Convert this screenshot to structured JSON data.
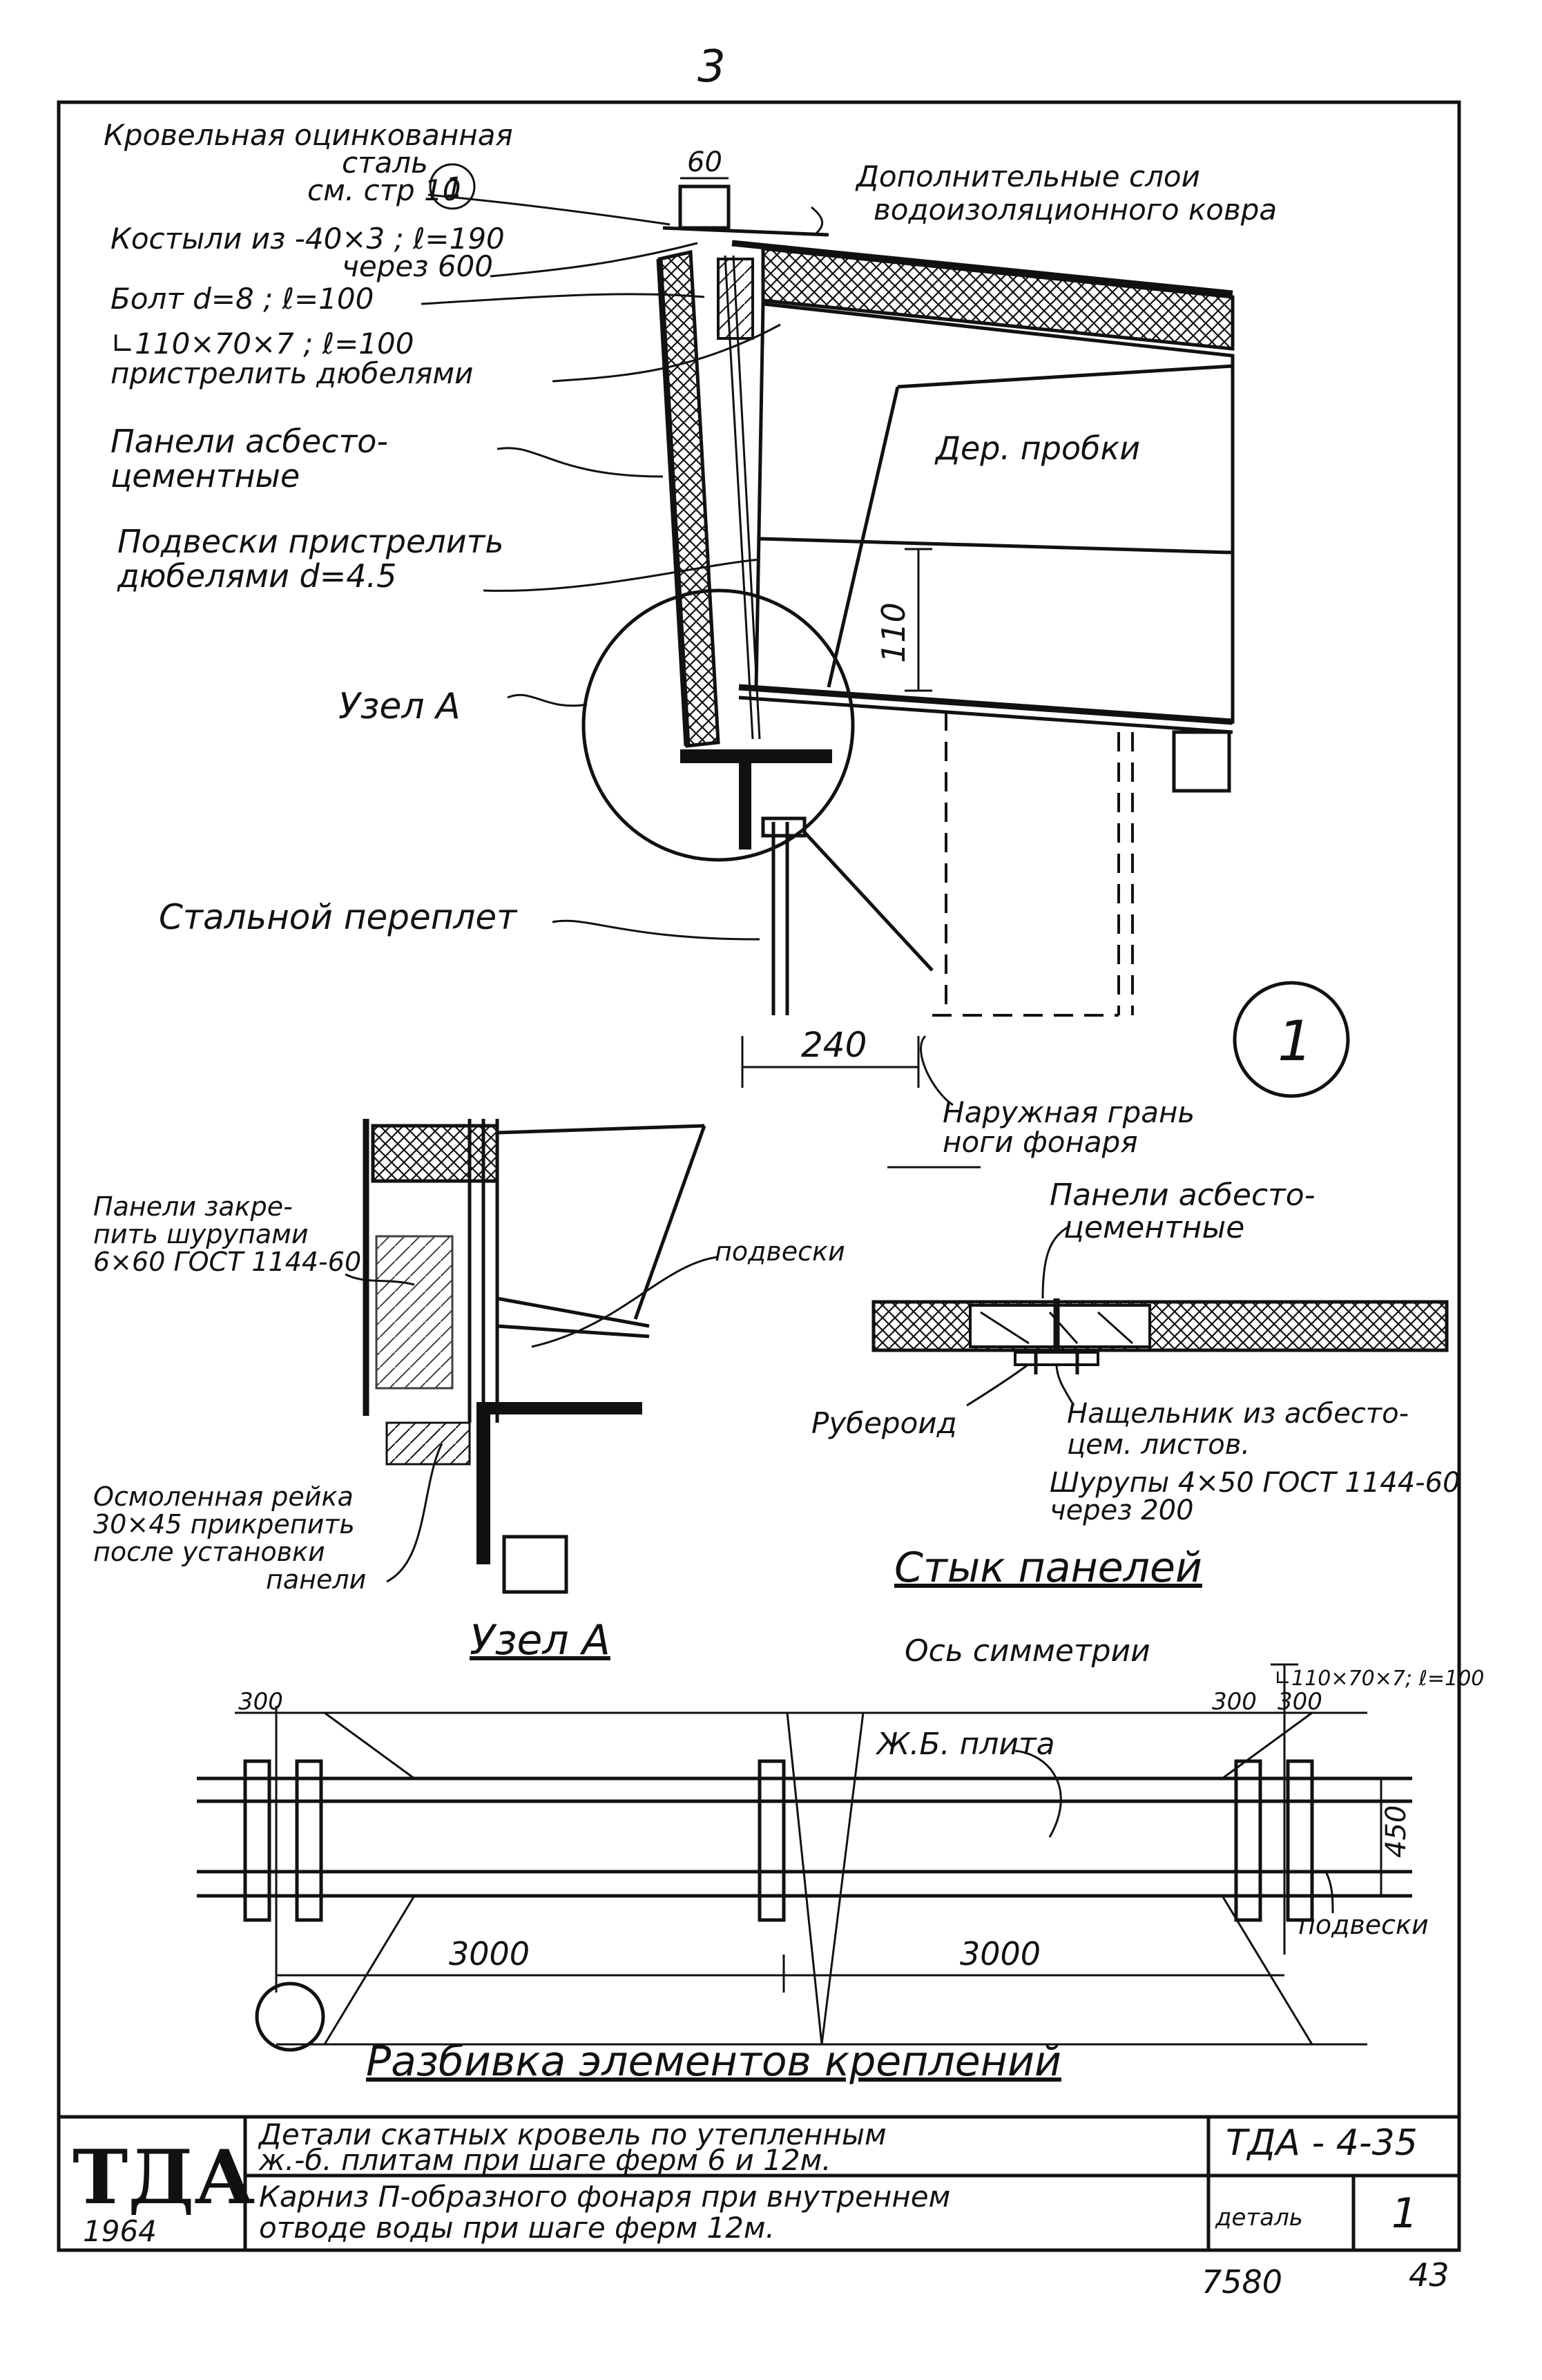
{
  "page_number_top": "3",
  "labels": {
    "roof_steel_1": "Кровельная оцинкованная",
    "roof_steel_2": "сталь",
    "roof_steel_3": "см. стр 10",
    "roof_steel_circle": "1",
    "dim_60": "60",
    "extra_layers_1": "Дополнительные слои",
    "extra_layers_2": "водоизоляционного ковра",
    "crutch_1": "Костыли из -40×3 ; ℓ=190",
    "crutch_2": "через 600",
    "bolt": "Болт d=8 ; ℓ=100",
    "angle_1": "∟110×70×7 ; ℓ=100",
    "angle_2": "пристрелить дюбелями",
    "panels_1": "Панели асбесто-",
    "panels_2": "цементные",
    "wood_plugs": "Дер. пробки",
    "hangers_1": "Подвески пристрелить",
    "hangers_2": "дюбелями d=4.5",
    "dim_110": "110",
    "node_a_ref": "Узел А",
    "steel_frame": "Стальной переплет",
    "dim_240": "240",
    "outer_face_1": "Наружная грань",
    "outer_face_2": "ноги фонаря",
    "detail_circle_1": "1",
    "fasten_1": "Панели закре-",
    "fasten_2": "пить шурупами",
    "fasten_3": "6×60 ГОСТ 1144-60",
    "hangers_small": "подвески",
    "tarred_1": "Осмоленная рейка",
    "tarred_2": "30×45 прикрепить",
    "tarred_3": "после установки",
    "tarred_4": "панели",
    "node_a_title": "Узел А",
    "joint_panels_1": "Панели асбесто-",
    "joint_panels_2": "цементные",
    "ruberoid": "Рубероид",
    "batten_1": "Нащельник из асбесто-",
    "batten_2": "цем. листов.",
    "screws_1": "Шурупы 4×50 ГОСТ 1144-60",
    "screws_2": "через 200",
    "joint_title": "Стык панелей",
    "axis_sym": "Ось симметрии",
    "angle_plan": "∟110×70×7; ℓ=100",
    "dim_300a": "300",
    "dim_300b": "300",
    "dim_300c": "300",
    "rc_slab": "Ж.Б. плита",
    "dim_450": "450",
    "hangers_plan": "подвески",
    "dim_3000a": "3000",
    "dim_3000b": "3000",
    "layout_title": "Разбивка элементов креплений"
  },
  "title_block": {
    "logo": "ТДА",
    "year": "1964",
    "desc_1a": "Детали скатных кровель по утепленным",
    "desc_1b": "ж.-б. плитам при шаге ферм 6 и 12м.",
    "desc_2a": "Карниз П-образного фонаря при внутреннем",
    "desc_2b": "отводе воды при шаге ферм 12м.",
    "code": "ТДА - 4-35",
    "detail_label": "деталь",
    "detail_no": "1"
  },
  "footer": {
    "sheet_ref": "7580",
    "page": "43"
  }
}
